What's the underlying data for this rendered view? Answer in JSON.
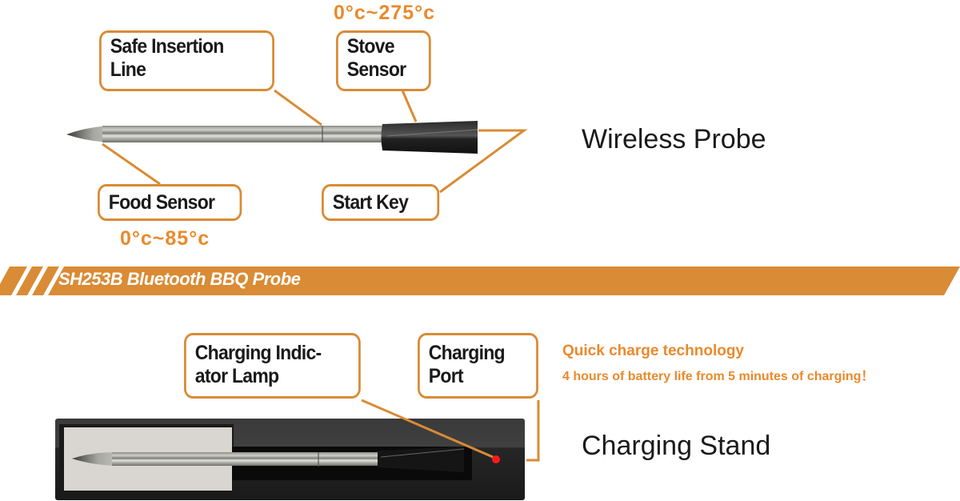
{
  "probe_section": {
    "title": "Wireless Probe",
    "callouts": {
      "safe_insertion_line": "Safe Insertion\nLine",
      "stove_sensor": "Stove\nSensor",
      "food_sensor": "Food Sensor",
      "start_key": "Start Key"
    },
    "stove_temp_range": "0°c~275°c",
    "food_temp_range": "0°c~85°c"
  },
  "banner": {
    "text": "SH253B Bluetooth BBQ Probe",
    "color": "#d98b35"
  },
  "stand_section": {
    "title": "Charging Stand",
    "callouts": {
      "charging_indicator_lamp": "Charging Indic-\nator Lamp",
      "charging_port": "Charging\nPort"
    },
    "quick_charge_title": "Quick charge technology",
    "quick_charge_detail": "4 hours of battery life from 5 minutes of charging！"
  },
  "colors": {
    "accent": "#d98b35",
    "accent_text": "#e98a2c",
    "indicator_led": "#ff1a1a"
  }
}
